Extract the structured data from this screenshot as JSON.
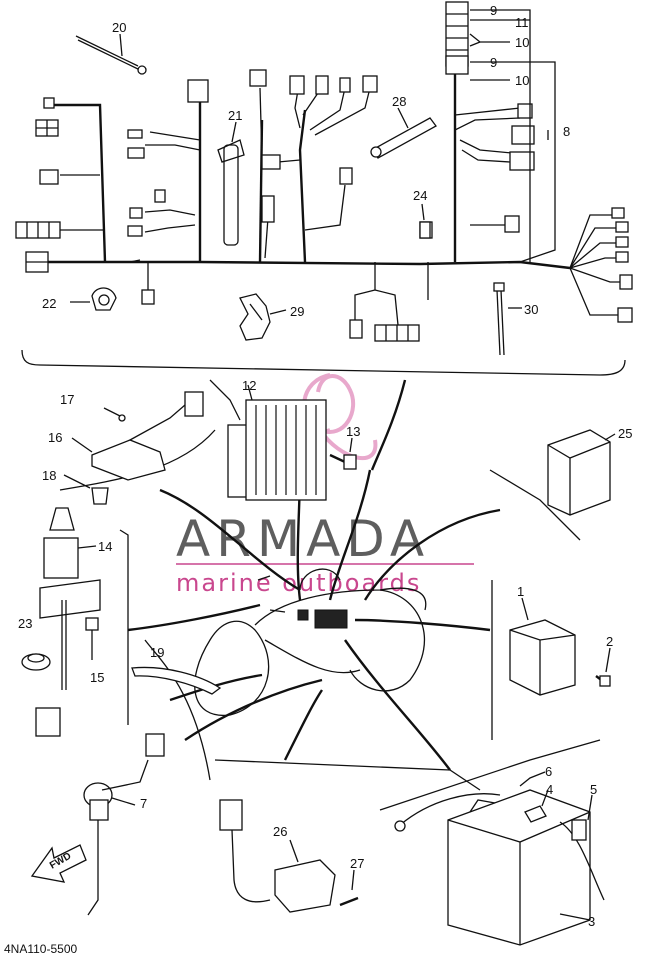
{
  "diagram": {
    "drawing_code": "4NA110-5500",
    "watermark": {
      "brand": "ARMADA",
      "tagline": "marine outboards"
    },
    "fwd_label": "FWD",
    "callouts": [
      {
        "id": "c20",
        "text": "20"
      },
      {
        "id": "c9a",
        "text": "9"
      },
      {
        "id": "c11",
        "text": "11"
      },
      {
        "id": "c10a",
        "text": "10"
      },
      {
        "id": "c9b",
        "text": "9"
      },
      {
        "id": "c10b",
        "text": "10"
      },
      {
        "id": "c21",
        "text": "21"
      },
      {
        "id": "c28",
        "text": "28"
      },
      {
        "id": "c8",
        "text": "8"
      },
      {
        "id": "c24",
        "text": "24"
      },
      {
        "id": "c22",
        "text": "22"
      },
      {
        "id": "c29",
        "text": "29"
      },
      {
        "id": "c30",
        "text": "30"
      },
      {
        "id": "c12",
        "text": "12"
      },
      {
        "id": "c17",
        "text": "17"
      },
      {
        "id": "c16",
        "text": "16"
      },
      {
        "id": "c13",
        "text": "13"
      },
      {
        "id": "c25",
        "text": "25"
      },
      {
        "id": "c18",
        "text": "18"
      },
      {
        "id": "c14",
        "text": "14"
      },
      {
        "id": "c1",
        "text": "1"
      },
      {
        "id": "c2",
        "text": "2"
      },
      {
        "id": "c23",
        "text": "23"
      },
      {
        "id": "c15",
        "text": "15"
      },
      {
        "id": "c19",
        "text": "19"
      },
      {
        "id": "c6",
        "text": "6"
      },
      {
        "id": "c4",
        "text": "4"
      },
      {
        "id": "c5",
        "text": "5"
      },
      {
        "id": "c7",
        "text": "7"
      },
      {
        "id": "c26",
        "text": "26"
      },
      {
        "id": "c27",
        "text": "27"
      },
      {
        "id": "c3",
        "text": "3"
      }
    ]
  }
}
